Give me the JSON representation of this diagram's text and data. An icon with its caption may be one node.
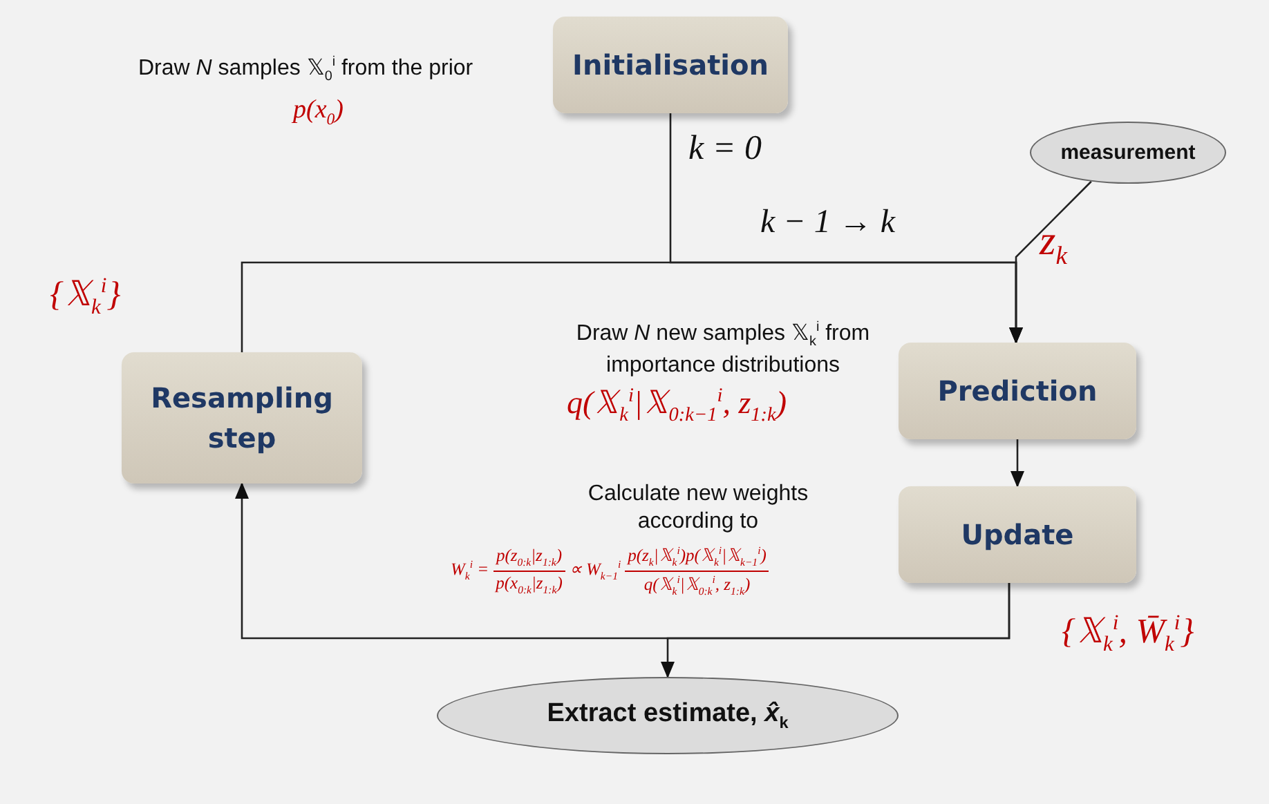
{
  "diagram": {
    "nodes": [
      {
        "text": [
          "Initialisation"
        ]
      },
      {
        "text": [
          "measurement"
        ]
      },
      {
        "text": [
          "Prediction"
        ]
      },
      {
        "text": [
          "Update"
        ]
      },
      {
        "text": [
          "Resampling step"
        ]
      },
      {
        "text": [
          "Extract estimate, *x̂*$_{k}$"
        ]
      }
    ],
    "edges": [
      {
        "from": 0,
        "to": 2,
        "arrow": "to"
      },
      {
        "from": 1,
        "to": 2,
        "arrow": "to"
      },
      {
        "from": 4,
        "to": 2,
        "arrow": "to"
      },
      {
        "from": 2,
        "to": 3,
        "arrow": "to"
      },
      {
        "from": 3,
        "to": 4,
        "arrow": "to"
      },
      {
        "from": 3,
        "to": 5,
        "arrow": "to"
      }
    ],
    "labels": [
      "Draw *N* samples 𝕏$_{0}$$^{i}$ from the prior",
      "p(x$_{0}$)",
      "k = 0",
      "k − 1 → k",
      "z$_{k}$",
      "{𝕏$_{k}$$^{i}$}",
      "Draw *N* new samples 𝕏$_{k}$$^{i}$ from importance distributions",
      "q(𝕏$_{k}$$^{i}$|𝕏$_{0:k−1}$$^{i}$, z$_{1:k}$)",
      "Calculate new weights according to",
      "W$_{k}$$^{i}$ =",
      "p(z$_{0:k}$|z$_{1:k}$)",
      "p(x$_{0:k}$|z$_{1:k}$)",
      "∝ W$_{k−1}$$^{i}$",
      "p(z$_{k}$|𝕏$_{k}$$^{i}$)p(𝕏$_{k}$$^{i}$|𝕏$_{k−1}$$^{i}$)",
      "q(𝕏$_{k}$$^{i}$|𝕏$_{0:k}$$^{i}$, z$_{1:k}$)",
      "{𝕏$_{k}$$^{i}$, W̄$_{k}$$^{i}$}"
    ]
  }
}
